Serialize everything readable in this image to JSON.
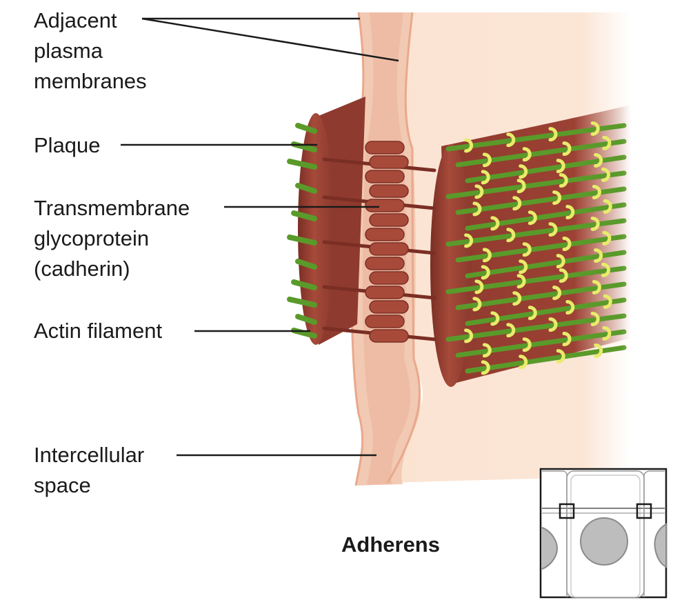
{
  "figure": {
    "title": "Adherens",
    "labels": {
      "membranes": "Adjacent\nplasma\nmembranes",
      "plaque": "Plaque",
      "glycoprotein": "Transmembrane\nglycoprotein\n(cadherin)",
      "actin": "Actin filament",
      "space": "Intercellular\nspace"
    },
    "colors": {
      "cell_tissue": "#fbe3d2",
      "membrane_edge": "#e9a88c",
      "plaque": "#9c4134",
      "plaque_dark": "#7a2e24",
      "actin": "#5a9a2a",
      "myosin_clip": "#e8ec6a",
      "leader_line": "#1a1a1a",
      "inset_cell_nucleus": "#bdbdbd"
    }
  }
}
